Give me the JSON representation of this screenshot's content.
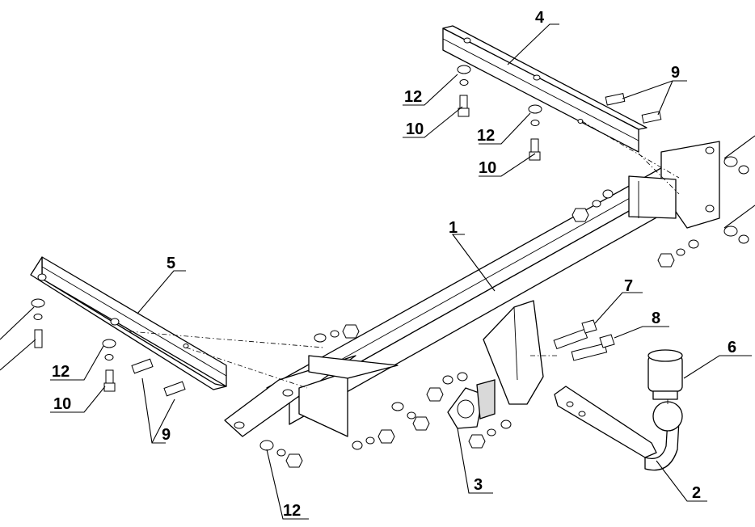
{
  "callouts": [
    {
      "id": "c1",
      "label": "1"
    },
    {
      "id": "c2",
      "label": "2"
    },
    {
      "id": "c3",
      "label": "3"
    },
    {
      "id": "c4",
      "label": "4"
    },
    {
      "id": "c5",
      "label": "5"
    },
    {
      "id": "c6",
      "label": "6"
    },
    {
      "id": "c7",
      "label": "7"
    },
    {
      "id": "c8",
      "label": "8"
    },
    {
      "id": "c9a",
      "label": "9"
    },
    {
      "id": "c9b",
      "label": "9"
    },
    {
      "id": "c10a",
      "label": "10"
    },
    {
      "id": "c10b",
      "label": "10"
    },
    {
      "id": "c10c",
      "label": "10"
    },
    {
      "id": "c12a",
      "label": "12"
    },
    {
      "id": "c12b",
      "label": "12"
    },
    {
      "id": "c12c",
      "label": "12"
    },
    {
      "id": "c12d",
      "label": "12"
    }
  ]
}
